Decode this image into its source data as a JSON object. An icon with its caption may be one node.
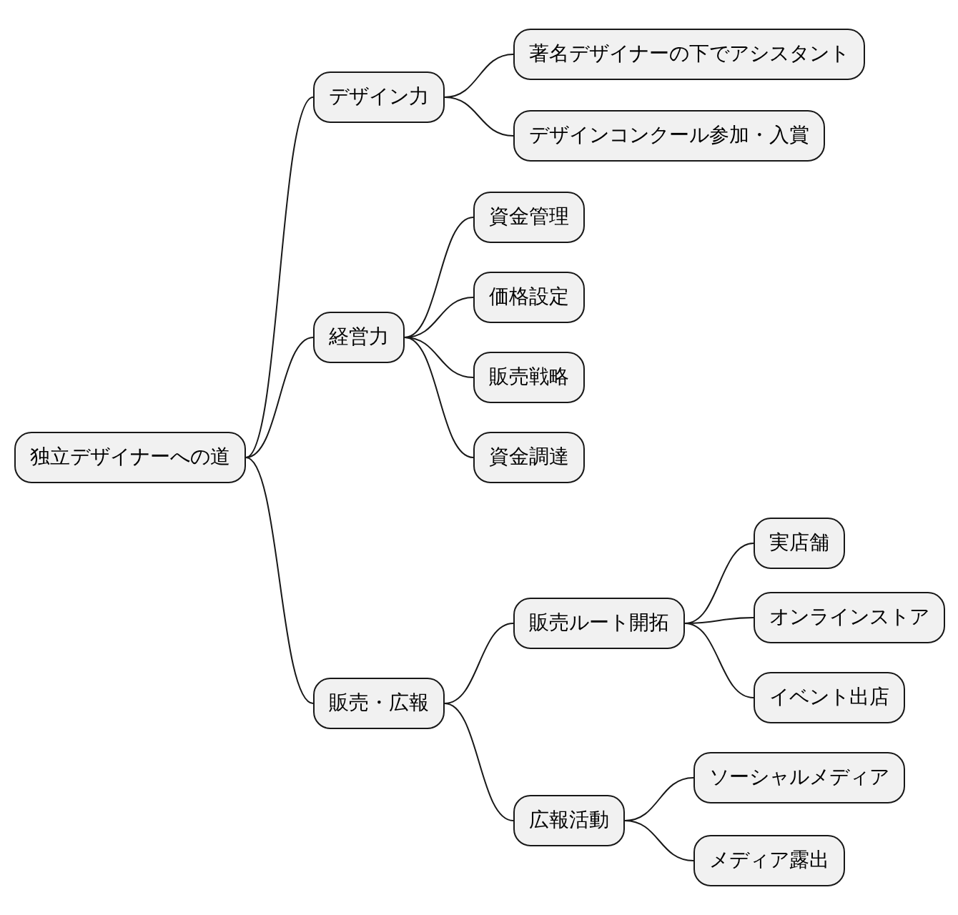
{
  "diagram": {
    "nodes": [
      {
        "text": [
          "独立デザイナーへの道"
        ]
      },
      {
        "text": [
          "デザイン力"
        ]
      },
      {
        "text": [
          "著名デザイナーの下でアシスタント"
        ]
      },
      {
        "text": [
          "デザインコンクール参加・入賞"
        ]
      },
      {
        "text": [
          "経営力"
        ]
      },
      {
        "text": [
          "資金管理"
        ]
      },
      {
        "text": [
          "価格設定"
        ]
      },
      {
        "text": [
          "販売戦略"
        ]
      },
      {
        "text": [
          "資金調達"
        ]
      },
      {
        "text": [
          "販売・広報"
        ]
      },
      {
        "text": [
          "販売ルート開拓"
        ]
      },
      {
        "text": [
          "実店舗"
        ]
      },
      {
        "text": [
          "オンラインストア"
        ]
      },
      {
        "text": [
          "イベント出店"
        ]
      },
      {
        "text": [
          "広報活動"
        ]
      },
      {
        "text": [
          "ソーシャルメディア"
        ]
      },
      {
        "text": [
          "メディア露出"
        ]
      }
    ],
    "edges": [
      {
        "from": 0,
        "to": 1,
        "arrow": "none"
      },
      {
        "from": 1,
        "to": 2,
        "arrow": "none"
      },
      {
        "from": 1,
        "to": 3,
        "arrow": "none"
      },
      {
        "from": 0,
        "to": 4,
        "arrow": "none"
      },
      {
        "from": 4,
        "to": 5,
        "arrow": "none"
      },
      {
        "from": 4,
        "to": 6,
        "arrow": "none"
      },
      {
        "from": 4,
        "to": 7,
        "arrow": "none"
      },
      {
        "from": 4,
        "to": 8,
        "arrow": "none"
      },
      {
        "from": 0,
        "to": 9,
        "arrow": "none"
      },
      {
        "from": 9,
        "to": 10,
        "arrow": "none"
      },
      {
        "from": 10,
        "to": 11,
        "arrow": "none"
      },
      {
        "from": 10,
        "to": 12,
        "arrow": "none"
      },
      {
        "from": 10,
        "to": 13,
        "arrow": "none"
      },
      {
        "from": 9,
        "to": 14,
        "arrow": "none"
      },
      {
        "from": 14,
        "to": 15,
        "arrow": "none"
      },
      {
        "from": 14,
        "to": 16,
        "arrow": "none"
      }
    ]
  }
}
